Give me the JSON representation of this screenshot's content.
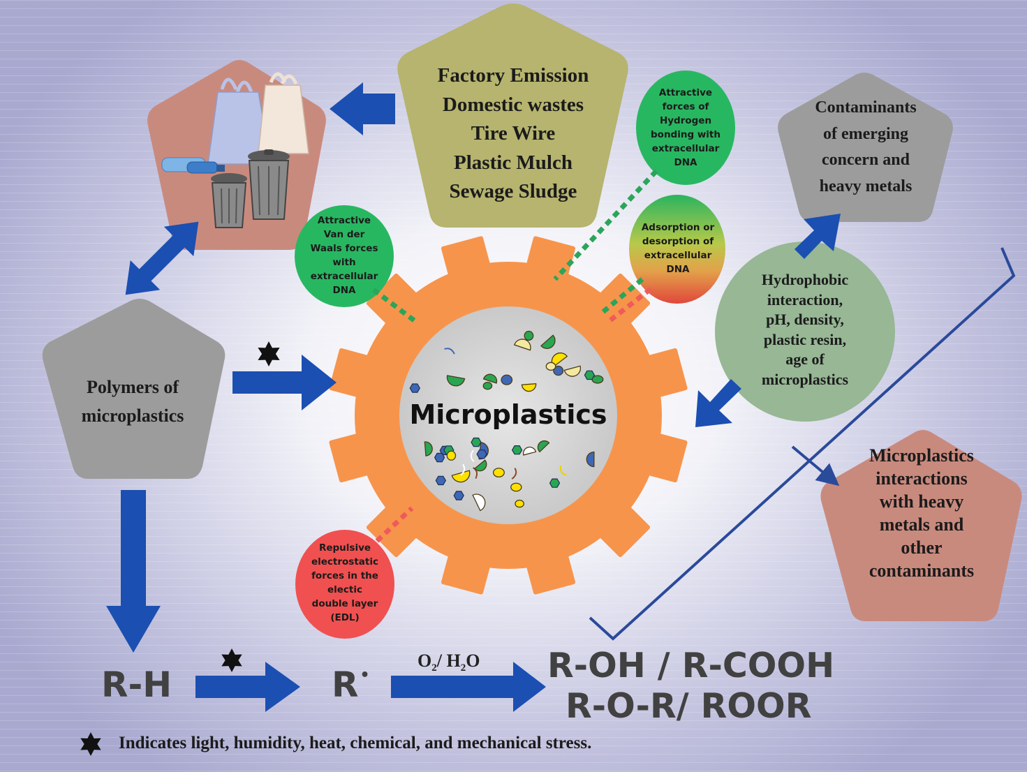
{
  "sources": [
    "Factory Emission",
    "Domestic wastes",
    "Tire Wire",
    "Plastic Mulch",
    "Sewage Sludge"
  ],
  "contaminants": [
    "Contaminants",
    "of emerging",
    "concern and",
    "heavy metals"
  ],
  "polymers": [
    "Polymers of",
    "microplastics"
  ],
  "interactions": [
    "Microplastics",
    "interactions",
    "with heavy",
    "metals and",
    "other",
    "contaminants"
  ],
  "hydrophobic": [
    "Hydrophobic",
    "interaction,",
    "pH, density,",
    "plastic resin,",
    "age of",
    "microplastics"
  ],
  "center_label": "Microplastics",
  "bubbles": {
    "vdw": [
      "Attractive",
      "Van der",
      "Waals forces",
      "with",
      "extracellular",
      "DNA"
    ],
    "hbond": [
      "Attractive",
      "forces of",
      "Hydrogen",
      "bonding with",
      "extracellular",
      "DNA"
    ],
    "adsorption": [
      "Adsorption or",
      "desorption of",
      "extracellular",
      "DNA"
    ],
    "repulsive": [
      "Repulsive",
      "electrostatic",
      "forces in the",
      "electic",
      "double layer",
      "(EDL)"
    ]
  },
  "reaction": {
    "rh": "R-H",
    "radical": "R",
    "radical_dot": "•",
    "oxidant_o": "O",
    "oxidant_o_sub": "2",
    "oxidant_sep": "/ H",
    "oxidant_h_sub": "2",
    "oxidant_tail": "O",
    "product1": "R-OH / R-COOH",
    "product2": "R-O-R/ ROOR"
  },
  "footnote": "Indicates light, humidity, heat, chemical, and mechanical stress.",
  "colors": {
    "arrow_blue": "#1b4fb1",
    "gear_orange": "#f7944b",
    "gray_pentagon": "#9c9c9c",
    "olive_pentagon": "#b6b46e",
    "rose_pentagon": "#c98a7e",
    "green_bubble": "#28b761",
    "red_bubble": "#f05050",
    "sage_circle": "#97b795"
  }
}
